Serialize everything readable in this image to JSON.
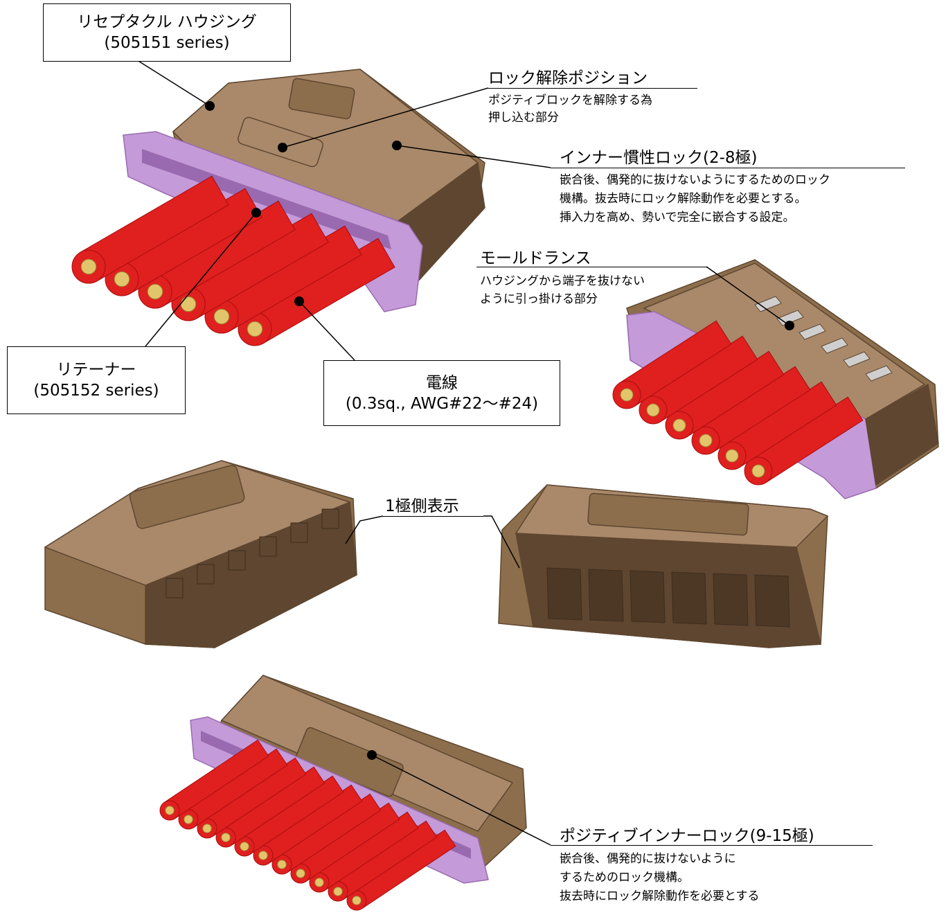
{
  "colors": {
    "housing": "#8c6e4c",
    "housing_light": "#a9896a",
    "housing_dark": "#5e4630",
    "retainer": "#c59ad8",
    "retainer_dark": "#9a6ab0",
    "wire": "#e01f1f",
    "wire_dark": "#a80f0f",
    "conductor": "#e2c46a"
  },
  "labels": {
    "receptacle_housing": {
      "line1": "リセプタクル ハウジング",
      "line2": "(505151 series)"
    },
    "lock_release": {
      "title": "ロック解除ポジション",
      "desc": [
        "ポジティブロックを解除する為",
        "押し込む部分"
      ]
    },
    "inner_inertia_lock": {
      "title": "インナー慣性ロック(2-8極)",
      "desc": [
        "嵌合後、偶発的に抜けないようにするためのロック",
        "機構。抜去時にロック解除動作を必要とする。",
        "挿入力を高め、勢いで完全に嵌合する設定。"
      ]
    },
    "mold_lance": {
      "title": "モールドランス",
      "desc": [
        "ハウジングから端子を抜けない",
        "ように引っ掛ける部分"
      ]
    },
    "retainer": {
      "line1": "リテーナー",
      "line2": "(505152 series)"
    },
    "wire": {
      "line1": "電線",
      "line2": "(0.3sq., AWG#22～#24)"
    },
    "pin1_indicator": {
      "title": "1極側表示"
    },
    "positive_inner_lock": {
      "title": "ポジティブインナーロック(9-15極)",
      "desc": [
        "嵌合後、偶発的に抜けないように",
        "するためのロック機構。",
        "抜去時にロック解除動作を必要とする"
      ]
    }
  }
}
